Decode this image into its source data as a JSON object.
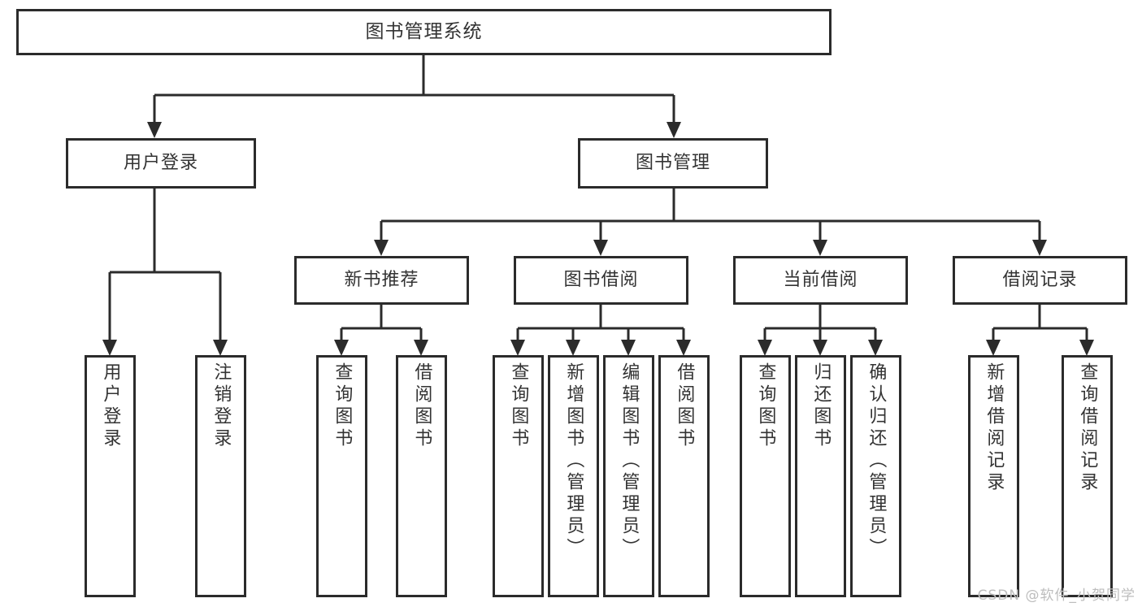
{
  "diagram": {
    "title": "图书管理系统",
    "type": "tree-hierarchy-diagram",
    "colors": {
      "stroke": "#2b2b2b",
      "fill": "#ffffff",
      "text": "#333333",
      "watermark": "#bdbdbd"
    },
    "root": {
      "label": "图书管理系统"
    },
    "level2": [
      {
        "label": "用户登录"
      },
      {
        "label": "图书管理"
      }
    ],
    "level3": [
      {
        "label": "新书推荐"
      },
      {
        "label": "图书借阅"
      },
      {
        "label": "当前借阅"
      },
      {
        "label": "借阅记录"
      }
    ],
    "leaves": {
      "user_login": [
        {
          "label": "用户登录"
        },
        {
          "label": "注销登录"
        }
      ],
      "new_book": [
        {
          "label": "查询图书"
        },
        {
          "label": "借阅图书"
        }
      ],
      "book_borrow": [
        {
          "label": "查询图书"
        },
        {
          "label": "新增图书（管理员）"
        },
        {
          "label": "编辑图书（管理员）"
        },
        {
          "label": "借阅图书"
        }
      ],
      "current_borrow": [
        {
          "label": "查询图书"
        },
        {
          "label": "归还图书"
        },
        {
          "label": "确认归还（管理员）"
        }
      ],
      "borrow_record": [
        {
          "label": "新增借阅记录"
        },
        {
          "label": "查询借阅记录"
        }
      ]
    }
  },
  "watermark": {
    "text": "CSDN @软件_小贺同学"
  }
}
